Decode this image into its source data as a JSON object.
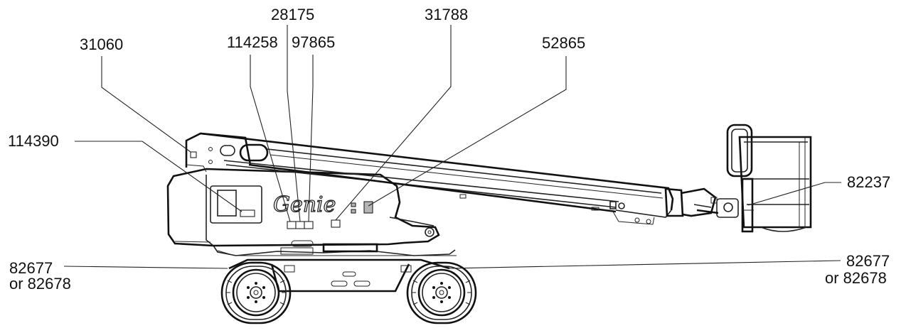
{
  "labels": {
    "l31060": "31060",
    "l114390": "114390",
    "l114258": "114258",
    "l28175": "28175",
    "l97865": "97865",
    "l31788": "31788",
    "l52865": "52865",
    "l82237": "82237",
    "l82677_left": "82677",
    "l82678_left": "or 82678",
    "l82677_right": "82677",
    "l82678_right": "or 82678"
  },
  "logo": "Genie"
}
